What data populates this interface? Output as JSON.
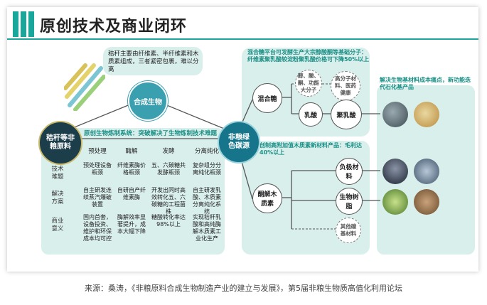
{
  "title": "原创技术及商业闭环",
  "intro": "秸秆主要由纤维素、半纤维素和木质素组成，三者紧密包裹，难以分离",
  "nodes": {
    "straw": "秸秆等非粮原料",
    "synbio": "合成生物",
    "carbon": "非粮绿色碳源",
    "mixed_sugar": "混合糖",
    "lactic_acid": "乳酸",
    "pla": "聚乳酸",
    "alcohols": "醇、酸、酮、功能大分子",
    "polymer": "高分子材料、医药健康",
    "lignin": "酮解木质素",
    "anode": "负极材料",
    "resin": "生物树脂",
    "other_lignin": "其他碳基材料"
  },
  "system_label": "原创生物炼制系统：突破解决了生物炼制技术难题",
  "top_right_note": "混合糖平台可发酵生产大宗醇酸酮等基础分子：纤维素聚乳酸较淀粉聚乳酸价格可下降50%以上",
  "mid_right_note": "创制高附加值木质素新材料产品：毛利达40%以上",
  "right_note": "解决生物基材料成本痛点，新功能迭代石化基产品",
  "table": {
    "columns": [
      "预处理",
      "酶解",
      "发酵",
      "分离纯化"
    ],
    "rows": [
      {
        "label": "技术难题",
        "cells": [
          "预处理设备瓶颈",
          "纤维素酶价格瓶颈",
          "五、六碳糖共发酵瓶颈",
          "复杂组分分离纯化瓶颈"
        ]
      },
      {
        "label": "解决方案",
        "cells": [
          "自主研发连续蒸汽爆破装置",
          "自研自产纤维素酶",
          "开发出同时高效转化五、六碳糖的工程菌株",
          "自主研发乳酸、木质素分离纯化系统"
        ]
      },
      {
        "label": "商业意义",
        "cells": [
          "国内首套，设备投资、维护和环保成本均可控",
          "酶解效率显著提升，成本大幅下降",
          "糖酸转化率达98%以上",
          "实现秸秆乳酸和高纯酶解木质素工业化生产"
        ]
      }
    ]
  },
  "caption": "来源：桑涛，《非粮原料合成生物制造产业的建立与发展》，第5届非粮生物质高值化利用论坛",
  "colors": {
    "accent": "#1aa79b",
    "panel": "#d9efec",
    "dark_circle": "#1c3d4a"
  }
}
